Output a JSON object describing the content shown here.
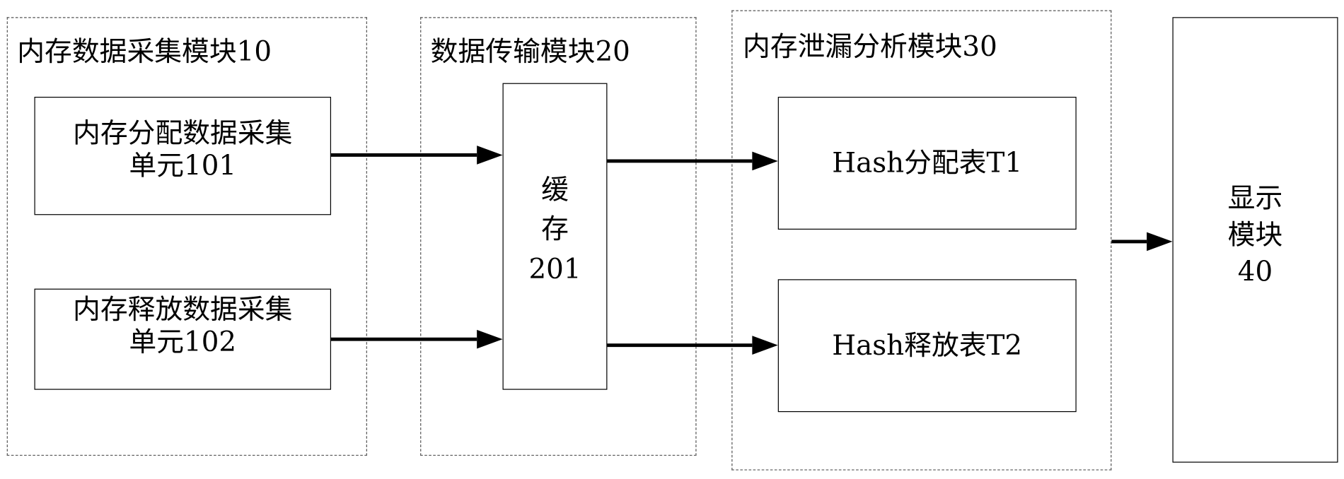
{
  "groups": {
    "collection": {
      "title": "内存数据采集模块10"
    },
    "transfer": {
      "title": "数据传输模块20"
    },
    "analysis": {
      "title": "内存泄漏分析模块30"
    }
  },
  "units": {
    "alloc_unit": {
      "line1": "内存分配数据采集",
      "line2": "单元101"
    },
    "release_unit": {
      "line1": "内存释放数据采集",
      "line2": "单元102"
    },
    "cache": {
      "line1": "缓",
      "line2": "存",
      "line3": "201"
    },
    "alloc_table": {
      "label": "Hash分配表T1"
    },
    "release_table": {
      "label": "Hash释放表T2"
    },
    "display": {
      "line1": "显示",
      "line2": "模块",
      "line3": "40"
    }
  },
  "colors": {
    "line": "#000000",
    "dashed_border": "#555555",
    "background": "#ffffff"
  }
}
